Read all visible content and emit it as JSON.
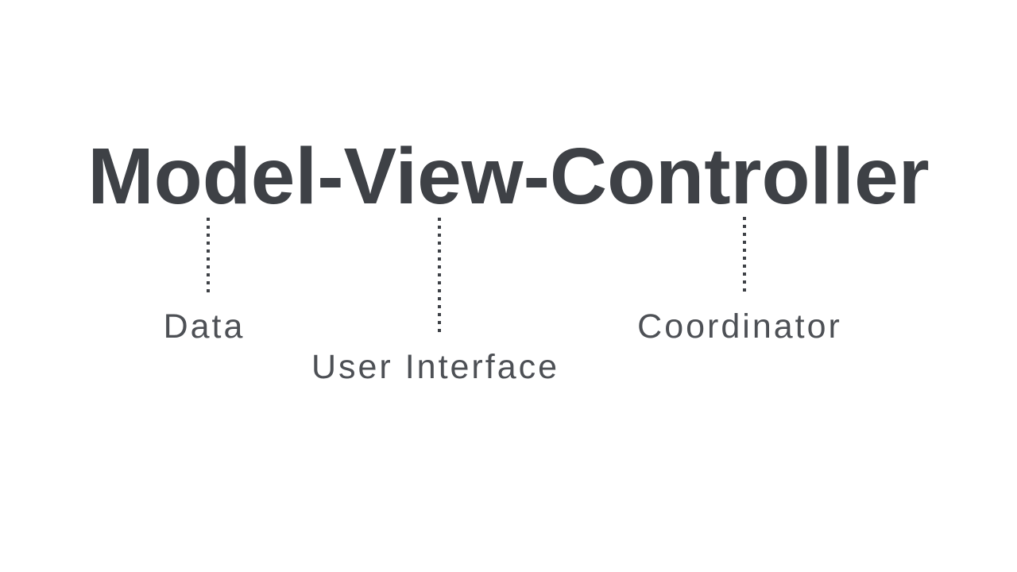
{
  "title": "Model-View-Controller",
  "colors": {
    "background": "#ffffff",
    "title": "#3e4146",
    "connector": "#3e4146",
    "label": "#4d5055"
  },
  "annotations": [
    {
      "term": "Model",
      "label": "Data"
    },
    {
      "term": "View",
      "label": "User Interface"
    },
    {
      "term": "Controller",
      "label": "Coordinator"
    }
  ]
}
